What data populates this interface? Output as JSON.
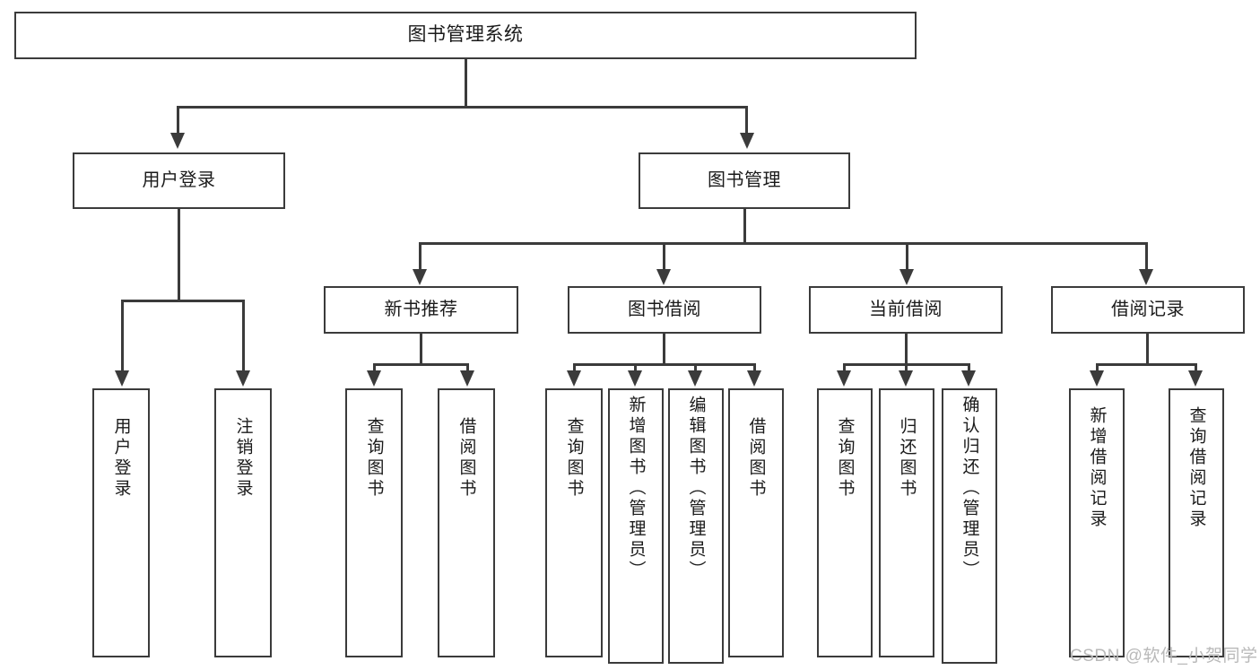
{
  "diagram": {
    "title": "图书管理系统",
    "watermark": "CSDN @软件_小贺同学",
    "nodes": {
      "root": "图书管理系统",
      "user_login": "用户登录",
      "book_manage": "图书管理",
      "new_book_rec": "新书推荐",
      "book_borrow": "图书借阅",
      "current_borrow": "当前借阅",
      "borrow_record": "借阅记录",
      "leaf_user_login": "用户登录",
      "leaf_logout": "注销登录",
      "leaf_query_book_1": "查询图书",
      "leaf_borrow_book_1": "借阅图书",
      "leaf_query_book_2": "查询图书",
      "leaf_add_book_admin": "新增图书（管理员）",
      "leaf_edit_book_admin": "编辑图书（管理员）",
      "leaf_borrow_book_2": "借阅图书",
      "leaf_query_book_3": "查询图书",
      "leaf_return_book": "归还图书",
      "leaf_confirm_return_admin": "确认归还（管理员）",
      "leaf_add_record": "新增借阅记录",
      "leaf_query_record": "查询借阅记录"
    }
  }
}
